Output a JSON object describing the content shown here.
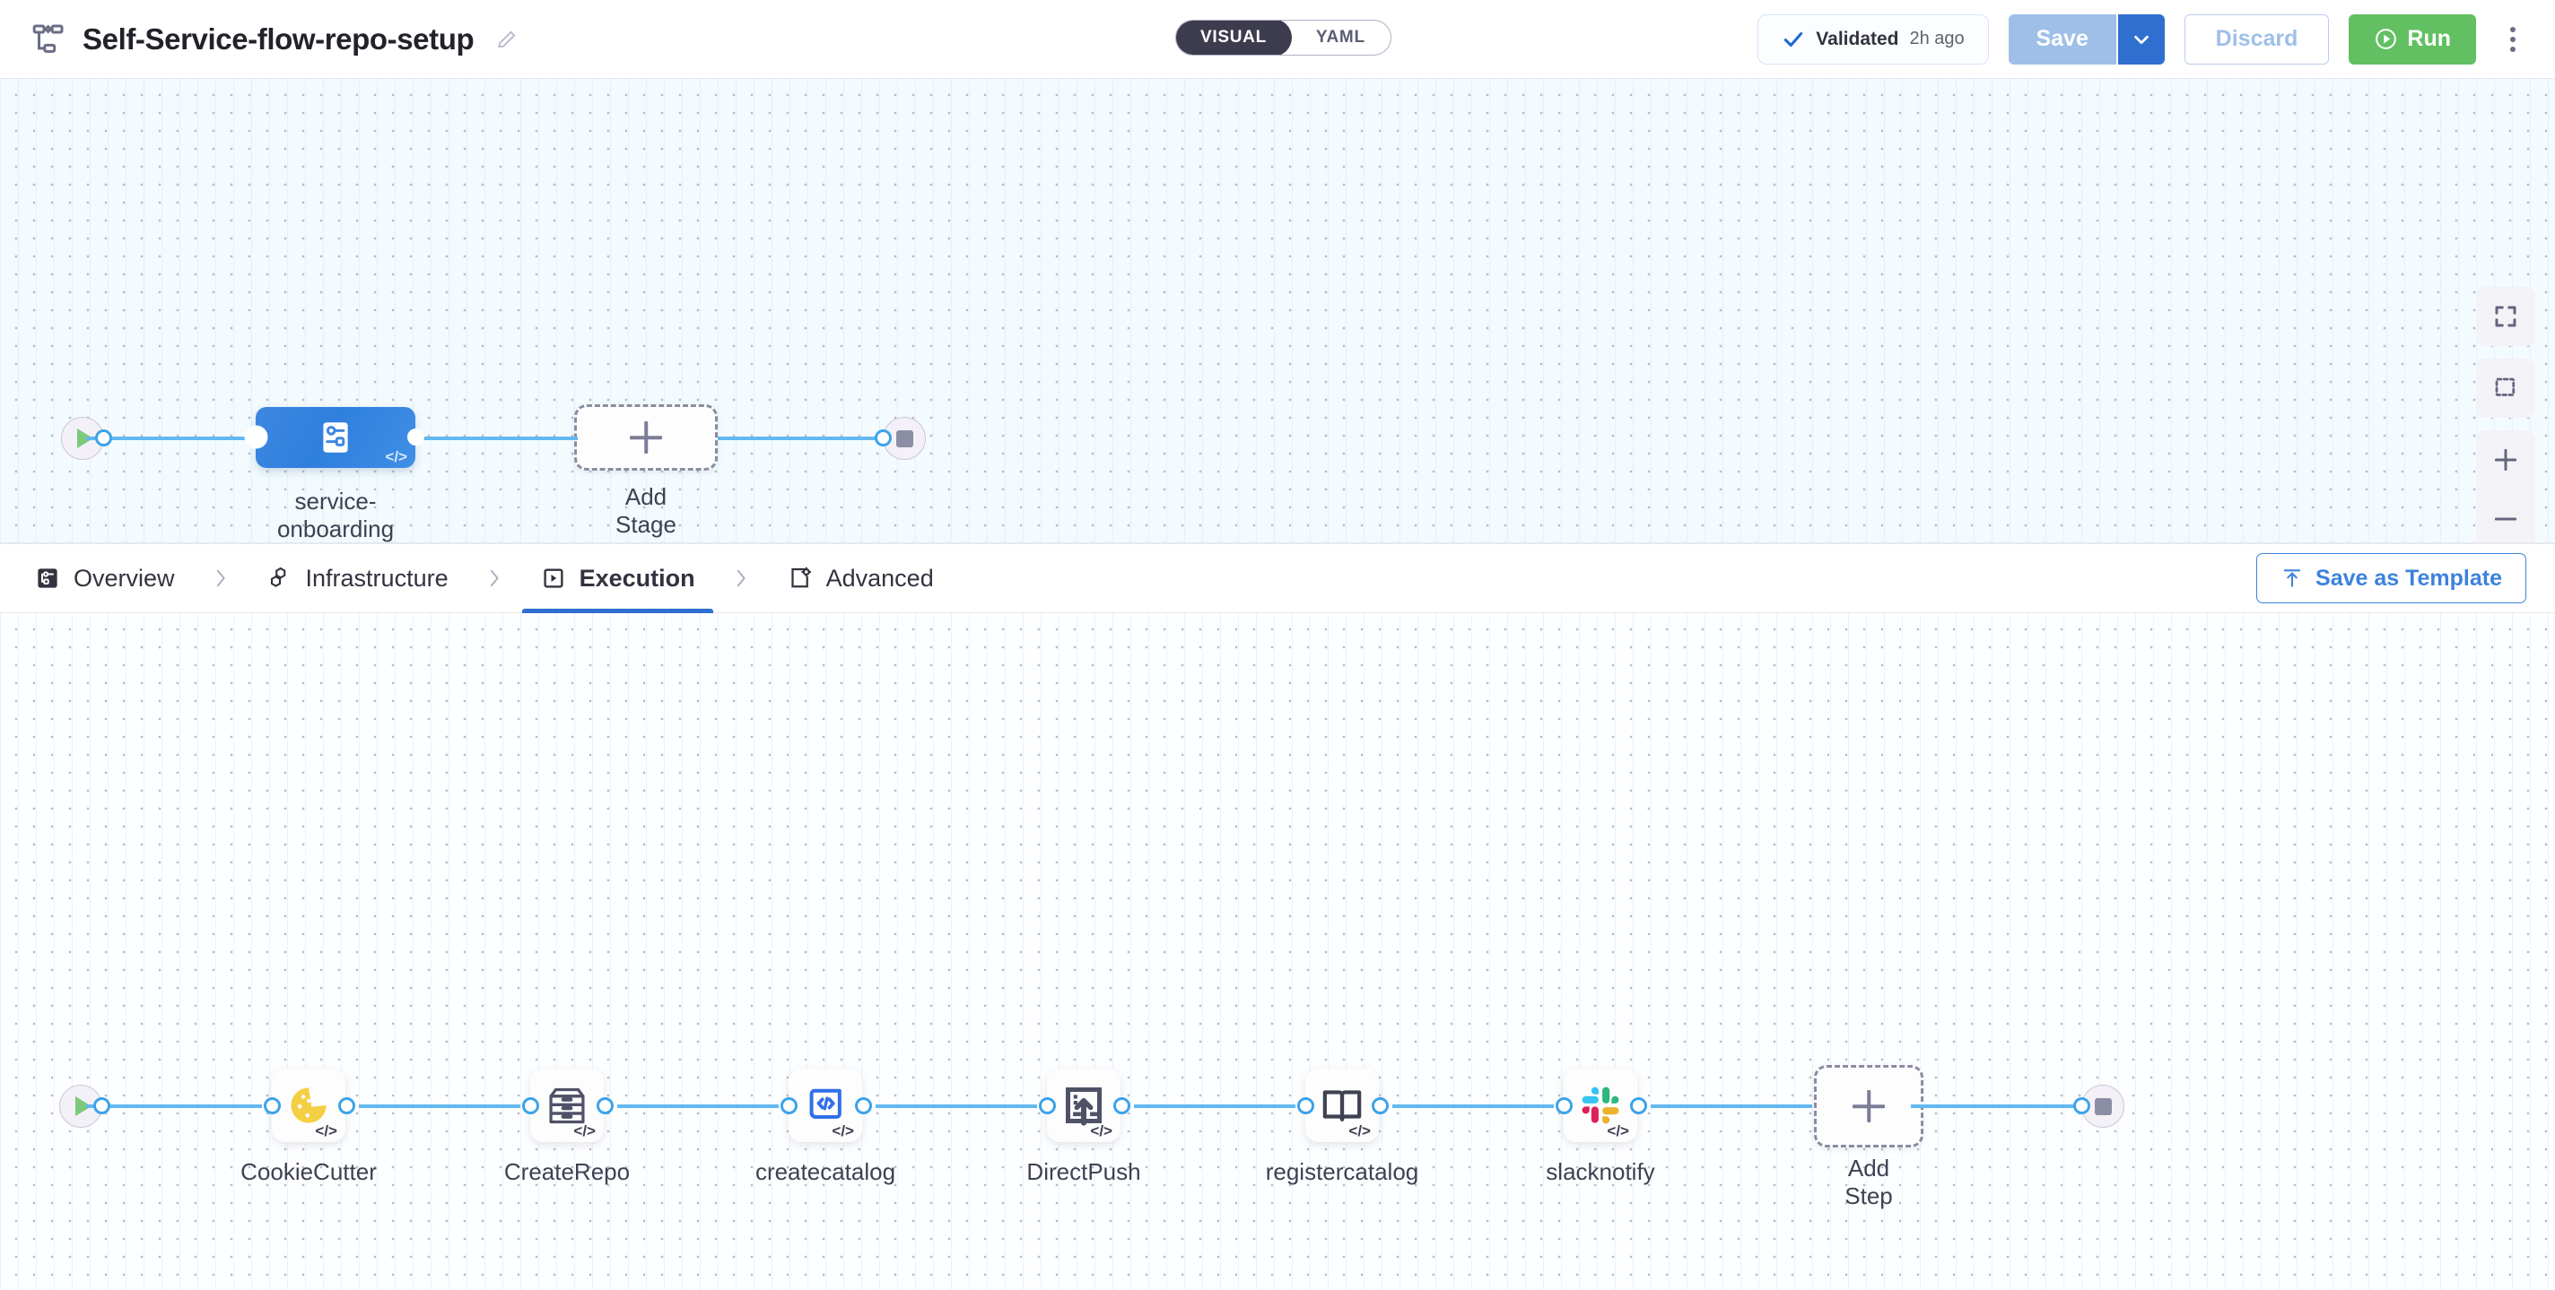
{
  "topbar": {
    "pipeline_icon": "pipeline-icon",
    "title": "Self-Service-flow-repo-setup",
    "edit_icon": "edit-pencil-icon",
    "mode_toggle": {
      "options": [
        "VISUAL",
        "YAML"
      ],
      "selected": "VISUAL"
    },
    "validated": {
      "icon": "check-icon",
      "label": "Validated",
      "time": "2h ago"
    },
    "save": {
      "label": "Save",
      "caret_icon": "chevron-down-icon"
    },
    "discard": {
      "label": "Discard"
    },
    "run": {
      "label": "Run",
      "icon": "play-circle-icon"
    },
    "more_icon": "kebab-menu-icon"
  },
  "colors": {
    "accent_blue": "#2f6fd0",
    "run_green": "#62bf62",
    "stage_node": "#3d87e0",
    "connector": "#62b8ef",
    "port": "#3ba3ea",
    "toggle_active": "#3d3c4e"
  },
  "stage_canvas": {
    "start_node": {
      "name": "pipeline-start",
      "icon": "play-icon"
    },
    "end_node": {
      "name": "pipeline-end",
      "icon": "stop-icon"
    },
    "stages": [
      {
        "name": "service-onboarding",
        "label": "service-\nonboarding",
        "icon": "stage-flow-icon",
        "badge": "</>",
        "selected": true
      }
    ],
    "add_stage": {
      "label": "Add Stage",
      "icon": "plus-icon"
    },
    "tools": [
      {
        "name": "fit-to-screen",
        "icon": "fit-screen-icon"
      },
      {
        "name": "selection-box",
        "icon": "selection-box-icon"
      },
      {
        "name": "zoom-in",
        "icon": "plus-icon"
      },
      {
        "name": "zoom-out",
        "icon": "minus-icon"
      }
    ]
  },
  "tabbar": {
    "tabs": [
      {
        "label": "Overview",
        "icon": "overview-icon",
        "active": false
      },
      {
        "label": "Infrastructure",
        "icon": "infrastructure-icon",
        "active": false
      },
      {
        "label": "Execution",
        "icon": "execution-icon",
        "active": true
      },
      {
        "label": "Advanced",
        "icon": "advanced-gear-icon",
        "active": false
      }
    ],
    "separator_icon": "chevron-right-icon",
    "save_as_template": {
      "label": "Save as Template",
      "icon": "upload-template-icon"
    }
  },
  "execution_canvas": {
    "start_node": {
      "name": "execution-start",
      "icon": "play-icon"
    },
    "end_node": {
      "name": "execution-end",
      "icon": "stop-icon"
    },
    "steps": [
      {
        "label": "CookieCutter",
        "icon": "cookie-icon",
        "badge": "</>"
      },
      {
        "label": "CreateRepo",
        "icon": "drawer-icon",
        "badge": "</>"
      },
      {
        "label": "createcatalog",
        "icon": "code-screen-icon",
        "badge": "</>"
      },
      {
        "label": "DirectPush",
        "icon": "upload-box-icon",
        "badge": "</>"
      },
      {
        "label": "registercatalog",
        "icon": "open-book-icon",
        "badge": "</>"
      },
      {
        "label": "slacknotify",
        "icon": "slack-icon",
        "badge": "</>"
      }
    ],
    "add_step": {
      "label": "Add Step",
      "icon": "plus-icon"
    }
  }
}
